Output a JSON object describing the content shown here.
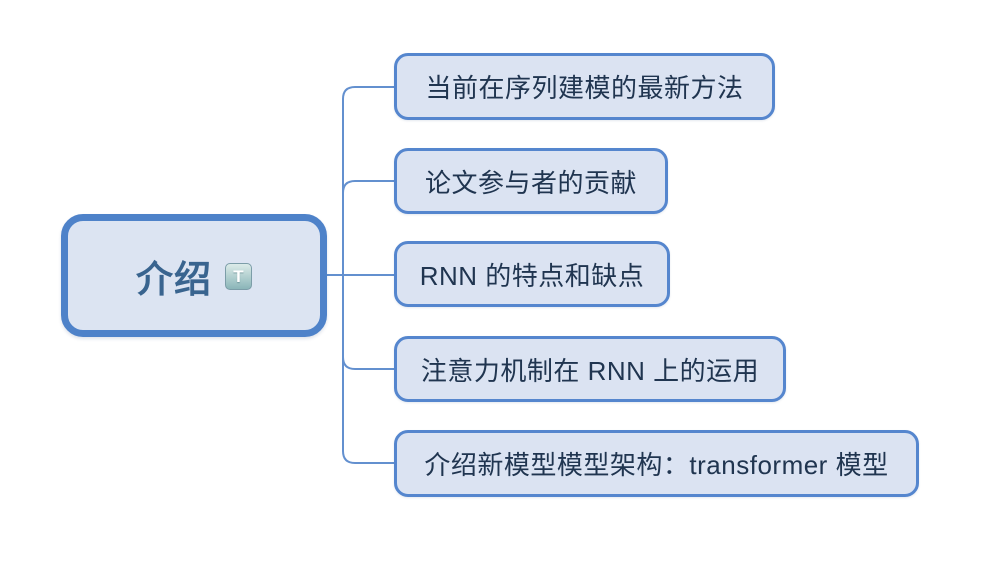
{
  "root": {
    "label": "介绍",
    "badge": "T"
  },
  "children": [
    {
      "label": "当前在序列建模的最新方法"
    },
    {
      "label": "论文参与者的贡献"
    },
    {
      "label": "RNN 的特点和缺点"
    },
    {
      "label": "注意力机制在 RNN 上的运用"
    },
    {
      "label": "介绍新模型模型架构：transformer 模型"
    }
  ],
  "colors": {
    "background": "#ffffff",
    "root_border": "#4e82c9",
    "root_fill": "#dce4f2",
    "root_text": "#39648f",
    "child_border": "#5586ce",
    "child_fill": "#dbe3f2",
    "child_text": "#203550",
    "line": "#6390cf",
    "badge_top": "#dcebe9",
    "badge_bottom": "#8ab5b8",
    "badge_border": "#7c9da8"
  }
}
